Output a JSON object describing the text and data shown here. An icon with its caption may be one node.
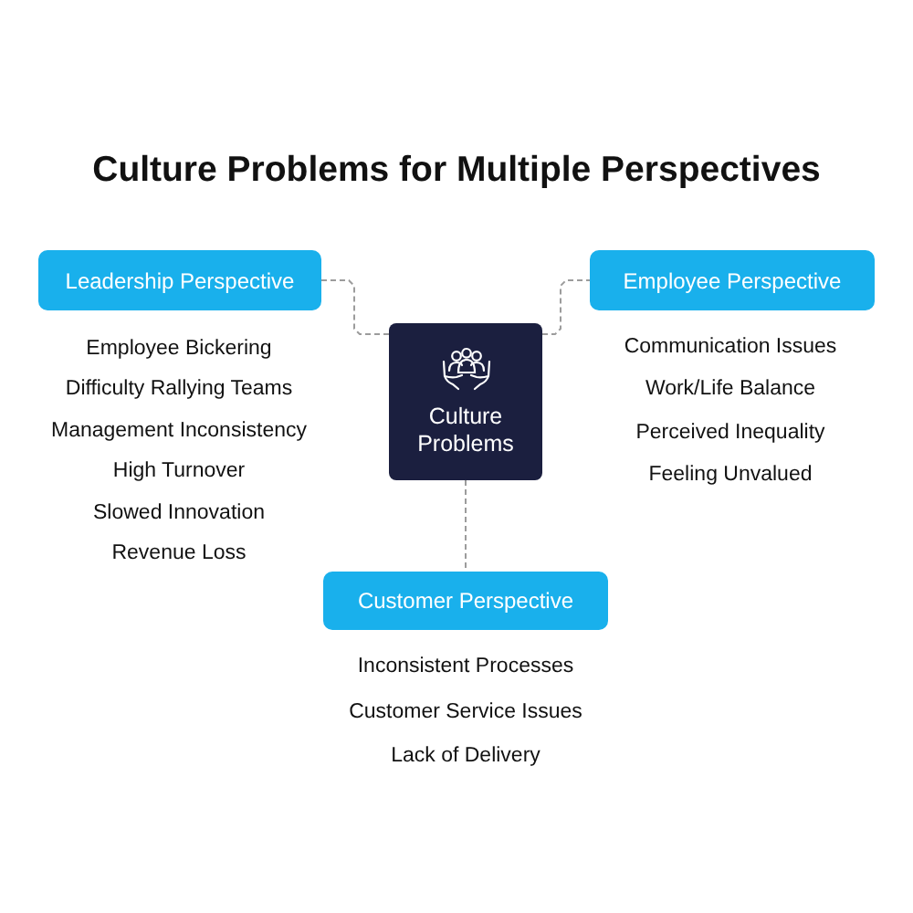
{
  "diagram": {
    "title": "Culture Problems for Multiple Perspectives",
    "nodes": [
      {
        "text": [
          "Leadership Perspective"
        ],
        "beside": [
          "Employee Bickering",
          "Difficulty Rallying Teams",
          "Management Inconsistency",
          "High Turnover",
          "Slowed Innovation",
          "Revenue Loss"
        ]
      },
      {
        "text": [
          "Employee Perspective"
        ],
        "beside": [
          "Communication Issues",
          "Work/Life Balance",
          "Perceived Inequality",
          "Feeling Unvalued"
        ]
      },
      {
        "text": [
          "Culture Problems"
        ]
      },
      {
        "text": [
          "Customer Perspective"
        ],
        "beside": [
          "Inconsistent Processes",
          "Customer Service Issues",
          "Lack of Delivery"
        ]
      }
    ],
    "edges": [
      {
        "from": 2,
        "to": 0,
        "arrow": "none",
        "style": "dashed"
      },
      {
        "from": 2,
        "to": 1,
        "arrow": "none",
        "style": "dashed"
      },
      {
        "from": 2,
        "to": 3,
        "arrow": "none",
        "style": "dashed"
      }
    ]
  }
}
